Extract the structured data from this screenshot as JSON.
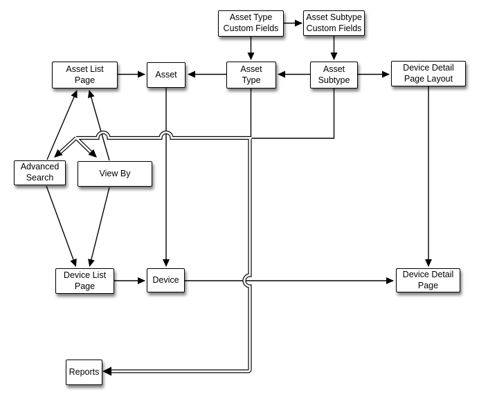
{
  "diagram": {
    "title": "Asset and Device pages relationship diagram",
    "background_color": "#ffffff",
    "line_color": "#000000",
    "box_fill_color": "#ffffff",
    "nodes": [
      {
        "id": "asset-type-custom-fields",
        "label": "Asset Type\nCustom Fields"
      },
      {
        "id": "asset-subtype-custom-fields",
        "label": "Asset Subtype\nCustom Fields"
      },
      {
        "id": "asset-list-page",
        "label": "Asset List\nPage"
      },
      {
        "id": "asset",
        "label": "Asset"
      },
      {
        "id": "asset-type",
        "label": "Asset\nType"
      },
      {
        "id": "asset-subtype",
        "label": "Asset\nSubtype"
      },
      {
        "id": "device-detail-page-layout",
        "label": "Device Detail\nPage Layout"
      },
      {
        "id": "advanced-search",
        "label": "Advanced\nSearch"
      },
      {
        "id": "view-by",
        "label": "View By"
      },
      {
        "id": "device-list-page",
        "label": "Device List\nPage"
      },
      {
        "id": "device",
        "label": "Device"
      },
      {
        "id": "device-detail-page",
        "label": "Device Detail\nPage"
      },
      {
        "id": "reports",
        "label": "Reports"
      }
    ],
    "edges": [
      {
        "from": "asset-type-custom-fields",
        "to": "asset-subtype-custom-fields",
        "style": "single-arrow"
      },
      {
        "from": "asset-type-custom-fields",
        "to": "asset-type",
        "style": "single-arrow"
      },
      {
        "from": "asset-subtype-custom-fields",
        "to": "asset-subtype",
        "style": "single-arrow"
      },
      {
        "from": "asset-list-page",
        "to": "asset",
        "style": "single-arrow"
      },
      {
        "from": "asset-type",
        "to": "asset",
        "style": "single-arrow"
      },
      {
        "from": "asset-subtype",
        "to": "asset-type",
        "style": "single-arrow"
      },
      {
        "from": "asset-subtype",
        "to": "device-detail-page-layout",
        "style": "single-arrow"
      },
      {
        "from": "asset",
        "to": "device",
        "style": "single-arrow"
      },
      {
        "from": "device-detail-page-layout",
        "to": "device-detail-page",
        "style": "single-arrow"
      },
      {
        "from": "advanced-search",
        "to": "asset-list-page",
        "style": "single-arrow"
      },
      {
        "from": "view-by",
        "to": "asset-list-page",
        "style": "single-arrow"
      },
      {
        "from": "advanced-search",
        "to": "device-list-page",
        "style": "single-arrow"
      },
      {
        "from": "view-by",
        "to": "device-list-page",
        "style": "single-arrow"
      },
      {
        "from": "device-list-page",
        "to": "device",
        "style": "single-arrow"
      },
      {
        "from": "device",
        "to": "device-detail-page",
        "style": "single-arrow"
      },
      {
        "from": "asset-type+asset-subtype",
        "to": "advanced-search",
        "style": "double-line-arrow"
      },
      {
        "from": "asset-type+asset-subtype",
        "to": "view-by",
        "style": "double-line-arrow"
      },
      {
        "from": "asset-type+asset-subtype",
        "to": "reports",
        "style": "double-line-arrow"
      }
    ]
  }
}
